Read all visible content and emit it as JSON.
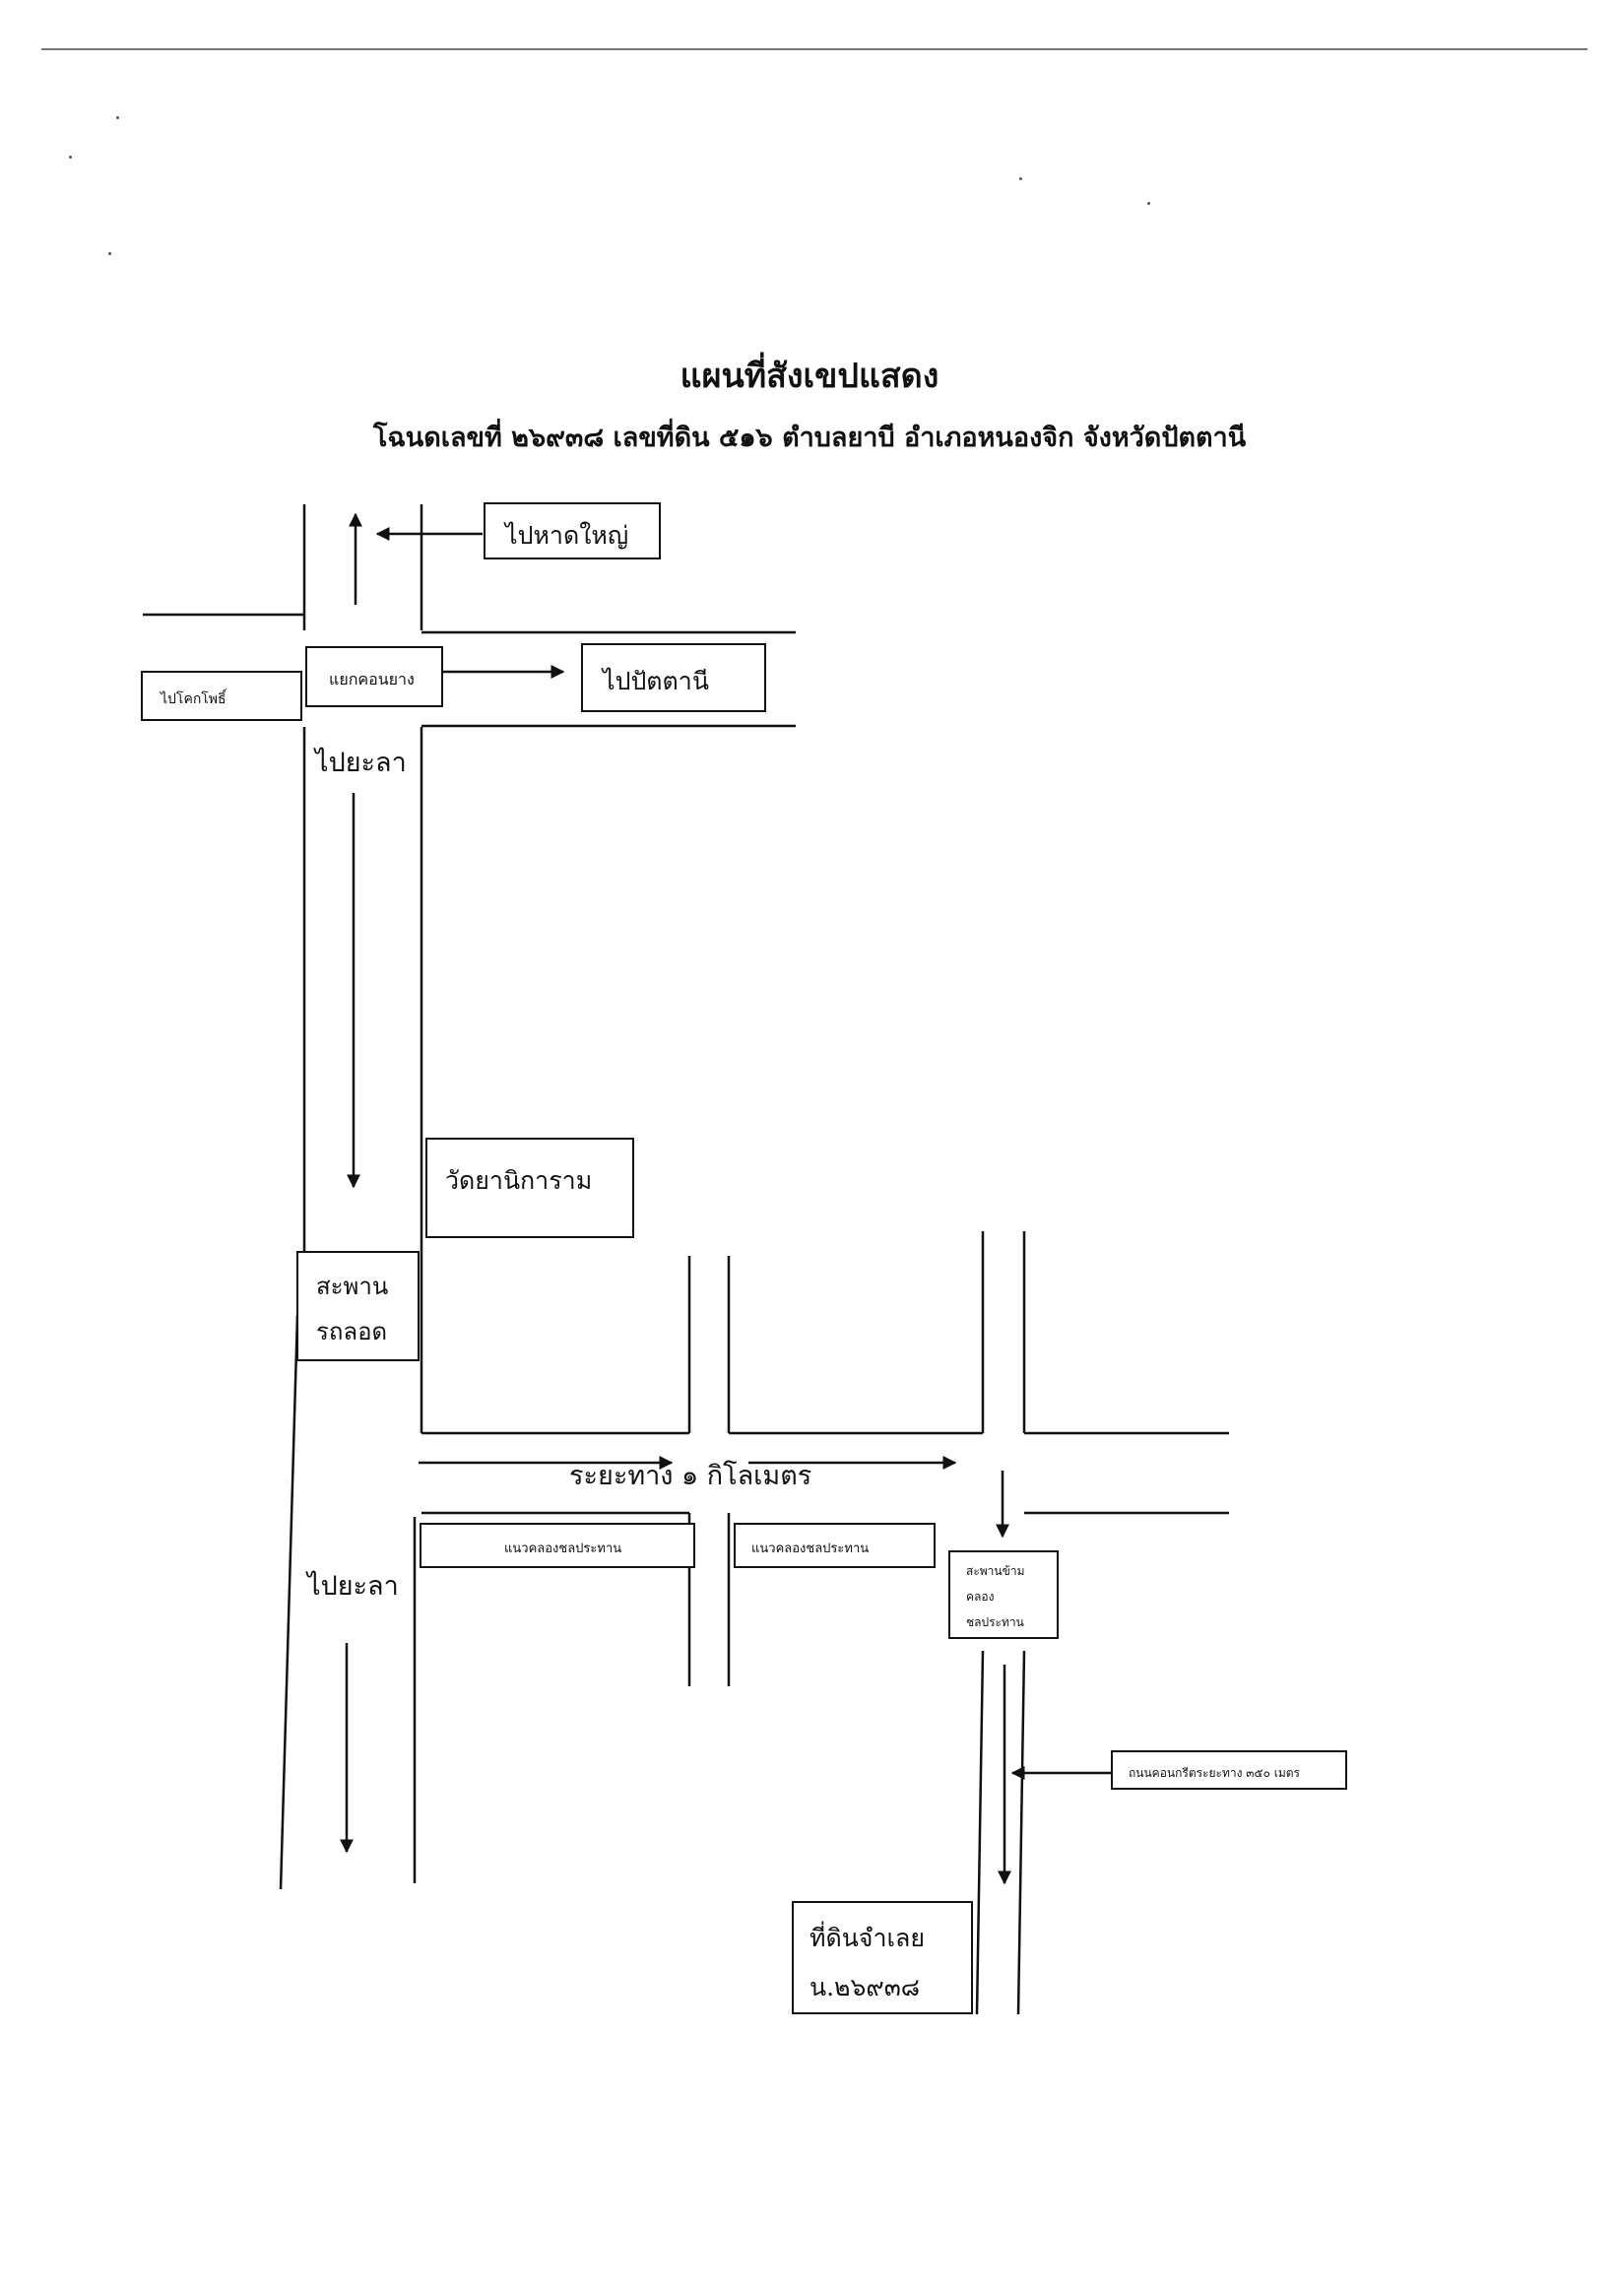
{
  "map": {
    "title": "แผนที่สังเขปแสดง",
    "subtitle": "โฉนดเลขที่ ๒๖๙๓๘ เลขที่ดิน  ๕๑๖  ตำบลยาบี อำเภอหนองจิก จังหวัดปัตตานี",
    "labels": {
      "to_hat_yai": "ไปหาดใหญ่",
      "to_khok_pho": "ไปโคกโพธิ์",
      "intersection": "แยกคอนยาง",
      "to_pattani": "ไปปัตตานี",
      "to_yala_top": "ไปยะลา",
      "temple": "วัดยานิการาม",
      "bridge_line1": "สะพาน",
      "bridge_line2": "รถลอด",
      "distance": "ระยะทาง    ๑ กิโลเมตร",
      "canal_1": "แนวคลองชลประทาน",
      "canal_2": "แนวคลองชลประทาน",
      "canal_bridge_line1": "สะพานข้าม",
      "canal_bridge_line2": "คลอง",
      "canal_bridge_line3": "ชลประทาน",
      "to_yala_bottom": "ไปยะลา",
      "concrete_road": "ถนนคอนกรีตระยะทาง ๓๕๐ เมตร",
      "land_line1": "ที่ดินจำเลย",
      "land_line2": "น.๒๖๙๓๘"
    },
    "icons": [
      "arrow-up-icon",
      "arrow-left-icon",
      "arrow-right-icon",
      "arrow-down-icon"
    ]
  }
}
